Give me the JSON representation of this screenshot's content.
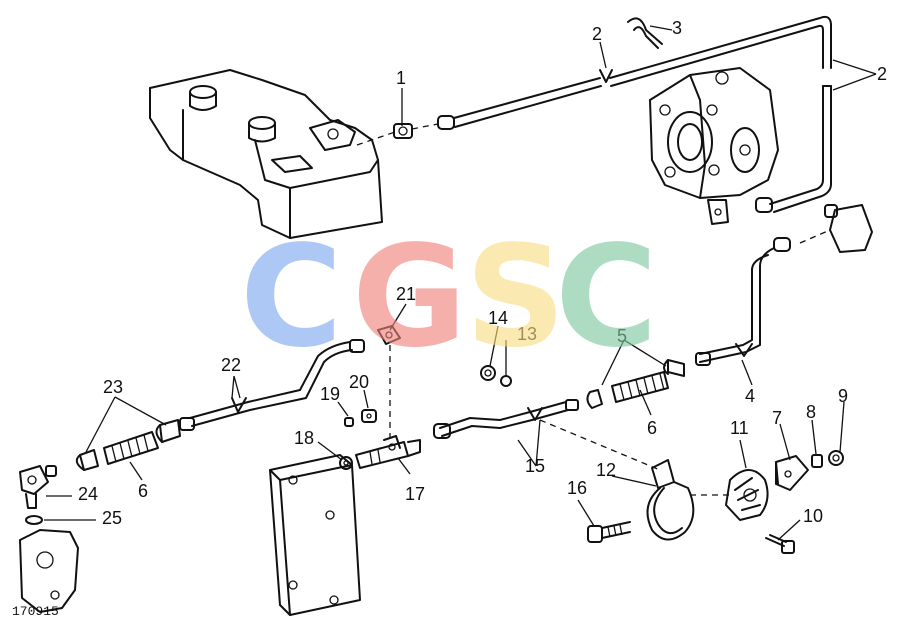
{
  "figure_id": "170915",
  "watermark": {
    "letters": [
      {
        "char": "C",
        "color": "#7ea7ef"
      },
      {
        "char": "G",
        "color": "#f08078"
      },
      {
        "char": "S",
        "color": "#f8dc80"
      },
      {
        "char": "C",
        "color": "#7ec7a0"
      }
    ]
  },
  "callouts": [
    "1",
    "2",
    "2",
    "3",
    "4",
    "5",
    "6",
    "6",
    "7",
    "8",
    "9",
    "10",
    "11",
    "12",
    "13",
    "14",
    "15",
    "16",
    "17",
    "18",
    "19",
    "20",
    "21",
    "22",
    "23",
    "24",
    "25"
  ]
}
